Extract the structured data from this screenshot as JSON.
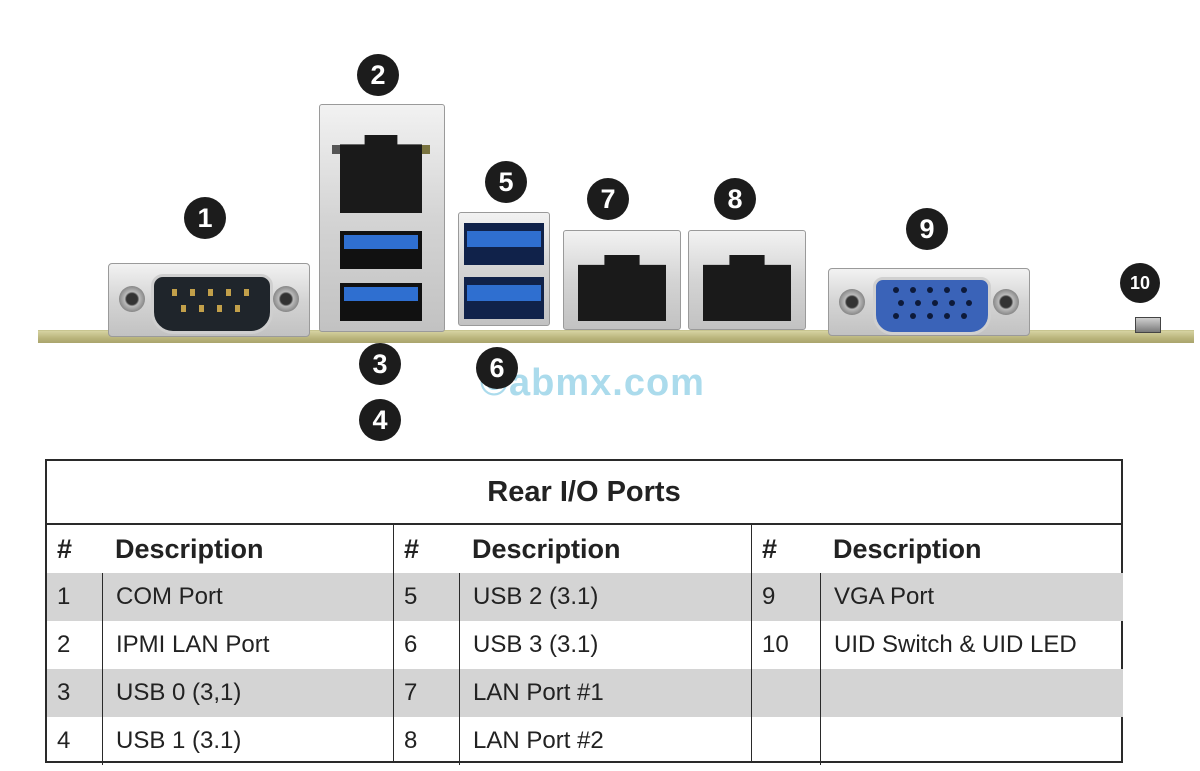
{
  "callouts": [
    "1",
    "2",
    "3",
    "4",
    "5",
    "6",
    "7",
    "8",
    "9",
    "10"
  ],
  "watermark": "©abmx.com",
  "table": {
    "title": "Rear I/O Ports",
    "header": {
      "num": "#",
      "desc": "Description"
    },
    "columns": [
      [
        {
          "num": "1",
          "desc": "COM Port"
        },
        {
          "num": "2",
          "desc": "IPMI LAN Port"
        },
        {
          "num": "3",
          "desc": "USB 0 (3,1)"
        },
        {
          "num": "4",
          "desc": "USB 1 (3.1)"
        }
      ],
      [
        {
          "num": "5",
          "desc": "USB 2 (3.1)"
        },
        {
          "num": "6",
          "desc": "USB 3 (3.1)"
        },
        {
          "num": "7",
          "desc": "LAN Port #1"
        },
        {
          "num": "8",
          "desc": "LAN Port #2"
        }
      ],
      [
        {
          "num": "9",
          "desc": "VGA Port"
        },
        {
          "num": "10",
          "desc": "UID Switch & UID LED"
        },
        {
          "num": "",
          "desc": ""
        },
        {
          "num": "",
          "desc": ""
        }
      ]
    ]
  },
  "colors": {
    "usb_blue": "#2f6fd0",
    "vga_blue": "#3a63b8",
    "pcb": "#bdb87f",
    "row_shade": "#d4d4d4"
  }
}
